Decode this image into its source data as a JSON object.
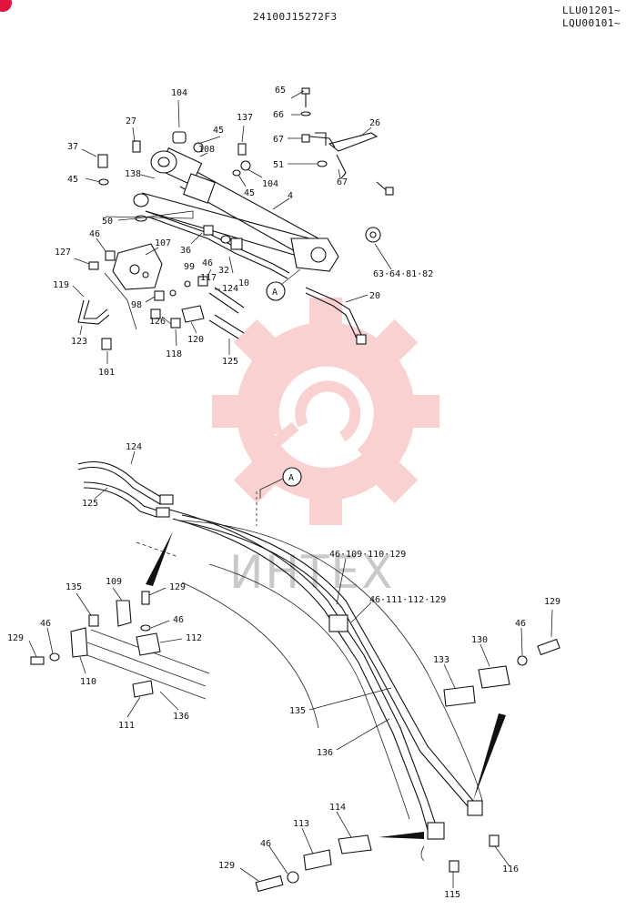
{
  "header": {
    "code": "24100J15272F3",
    "serial_line1": "LLU01201~",
    "serial_line2": "LQU00101~"
  },
  "watermark": {
    "text": "ИНТЕХ",
    "color": "#f4a3a3"
  },
  "callouts": {
    "upper_A": "A",
    "lower_A": "A"
  },
  "labels": {
    "l65": "65",
    "l66": "66",
    "l67a": "67",
    "l26": "26",
    "l51": "51",
    "l67b": "67",
    "l104a": "104",
    "l27": "27",
    "l45a": "45",
    "l137": "137",
    "l108": "108",
    "l37": "37",
    "l138": "138",
    "l45b": "45",
    "l104b": "104",
    "l45c": "45",
    "l4": "4",
    "l50": "50",
    "l46a": "46",
    "l107": "107",
    "l36": "36",
    "l127": "127",
    "l99": "99",
    "l46b": "46",
    "l32": "32",
    "l117": "117",
    "l10": "10",
    "l124a": "124",
    "l119": "119",
    "l98": "98",
    "l126": "126",
    "l123": "123",
    "l118": "118",
    "l120": "120",
    "l125a": "125",
    "l101": "101",
    "l63": "63·64·81·82",
    "l20": "20",
    "l124b": "124",
    "l125b": "125",
    "l46_109": "46·109·110·129",
    "l46_111": "46·111·112·129",
    "l135a": "135",
    "l109": "109",
    "l129a": "129",
    "l46c": "46",
    "l112": "112",
    "l129b": "129",
    "l46d": "46",
    "l110": "110",
    "l111": "111",
    "l136a": "136",
    "l129c": "129",
    "l46e": "46",
    "l130": "130",
    "l133": "133",
    "l135b": "135",
    "l136b": "136",
    "l114": "114",
    "l113": "113",
    "l46f": "46",
    "l129d": "129",
    "l116": "116",
    "l115": "115"
  }
}
